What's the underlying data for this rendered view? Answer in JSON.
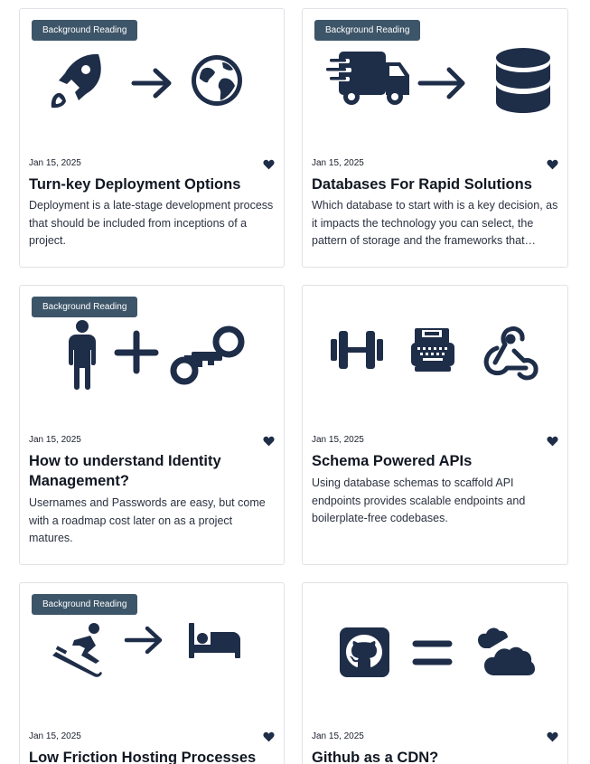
{
  "cards": [
    {
      "badge": "Background Reading",
      "date": "Jan 15, 2025",
      "title": "Turn-key Deployment Options",
      "description": "Deployment is a late-stage development process that should be included from inceptions of a project.",
      "icons": [
        "rocket-icon",
        "arrow-right-icon",
        "globe-icon"
      ]
    },
    {
      "badge": "Background Reading",
      "date": "Jan 15, 2025",
      "title": "Databases For Rapid Solutions",
      "description": "Which database to start with is a key decision, as it impacts the technology you can select, the pattern of storage and the frameworks that…",
      "icons": [
        "truck-fast-icon",
        "arrow-right-icon",
        "database-icon"
      ]
    },
    {
      "badge": "Background Reading",
      "date": "Jan 15, 2025",
      "title": "How to understand Identity Management?",
      "description": "Usernames and Passwords are easy, but come with a roadmap cost later on as a project matures.",
      "icons": [
        "person-icon",
        "plus-icon",
        "keys-icon"
      ]
    },
    {
      "date": "Jan 15, 2025",
      "title": "Schema Powered APIs",
      "description": "Using database schemas to scaffold API endpoints provides scalable endpoints and boilerplate-free codebases.",
      "icons": [
        "dumbbell-icon",
        "typewriter-icon",
        "webhook-icon"
      ]
    },
    {
      "badge": "Background Reading",
      "date": "Jan 15, 2025",
      "title": "Low Friction Hosting Processes",
      "icons": [
        "snowboarder-icon",
        "arrow-right-icon",
        "bed-icon"
      ]
    },
    {
      "date": "Jan 15, 2025",
      "title": "Github as a CDN?",
      "icons": [
        "github-icon",
        "equals-icon",
        "cloud-icon"
      ]
    }
  ],
  "colors": {
    "icon": "#1e2d48",
    "badge_bg": "#3d5568",
    "border": "#dfe2e6"
  }
}
